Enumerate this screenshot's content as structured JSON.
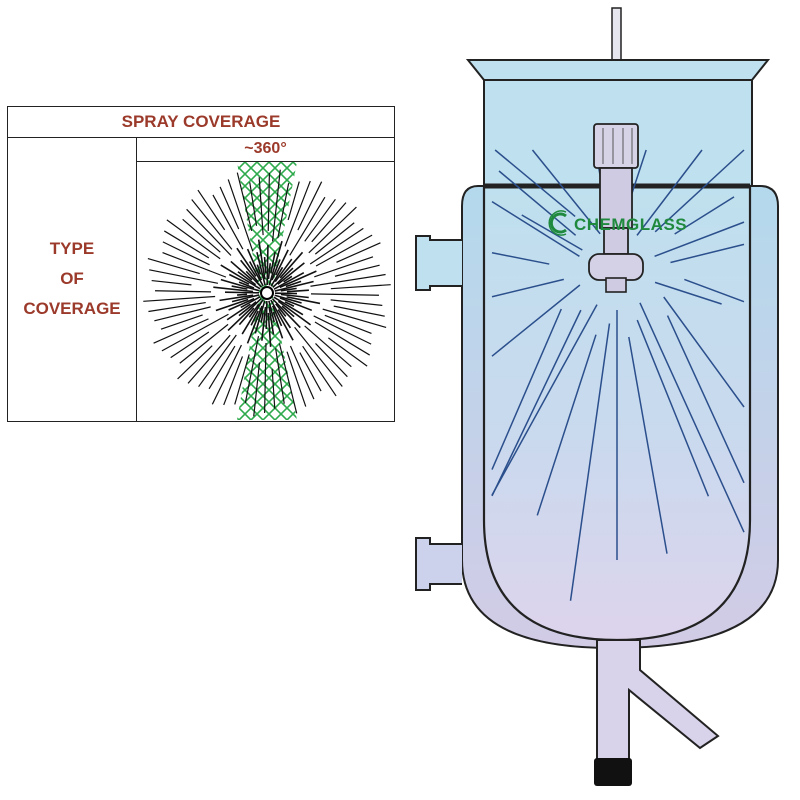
{
  "table": {
    "header": "SPRAY COVERAGE",
    "row_label_line1": "TYPE",
    "row_label_line2": "OF",
    "row_label_line3": "COVERAGE",
    "coverage_value": "~360°"
  },
  "vessel": {
    "brand": "CHEMGLASS",
    "logo_icon": "chemglass-logo-icon"
  },
  "colors": {
    "label_red": "#9b3a2a",
    "mesh_green": "#2eaa4c",
    "vessel_blue": "#bfe0ee",
    "vessel_purple": "#ddd4ec",
    "spray_lines": "#2b4f8c",
    "brand_green": "#1f8a3e"
  }
}
